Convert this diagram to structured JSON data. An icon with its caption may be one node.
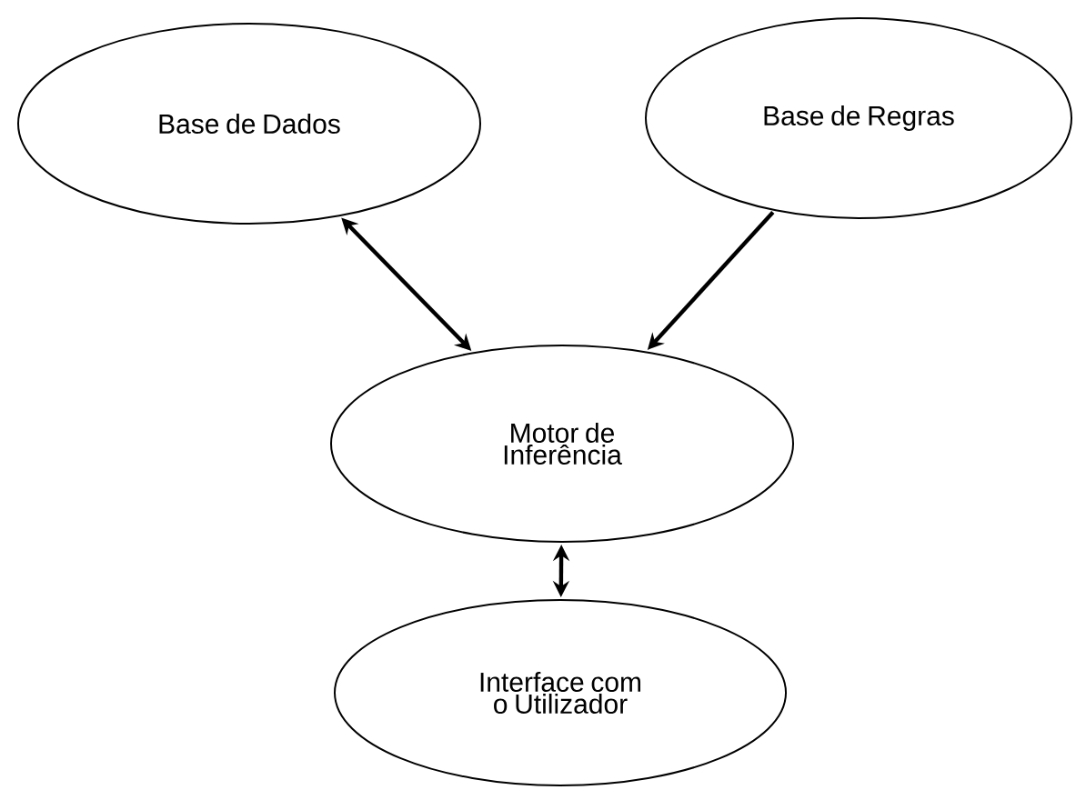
{
  "diagram": {
    "nodes": [
      {
        "text": [
          "Base de Dados"
        ]
      },
      {
        "text": [
          "Base de Regras"
        ]
      },
      {
        "text": [
          "Motor de Inferência"
        ]
      },
      {
        "text": [
          "Interface com o Utilizador"
        ]
      }
    ],
    "edges": [
      {
        "from": 0,
        "to": 2,
        "arrow": "both"
      },
      {
        "from": 1,
        "to": 2,
        "arrow": "to"
      },
      {
        "from": 2,
        "to": 3,
        "arrow": "both"
      }
    ]
  }
}
